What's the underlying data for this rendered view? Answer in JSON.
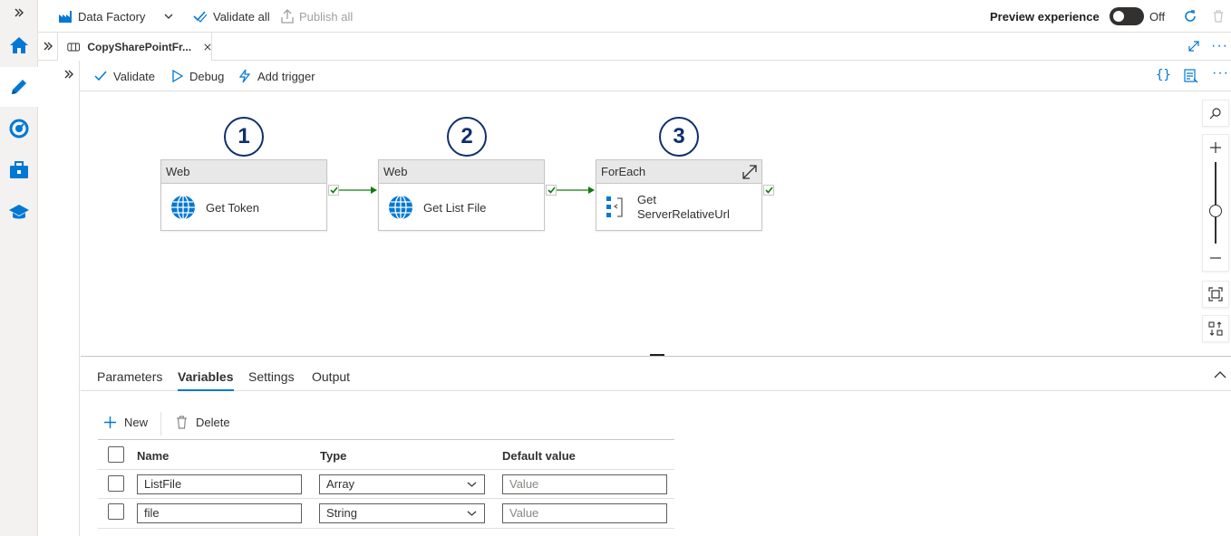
{
  "topbar": {
    "factory_label": "Data Factory",
    "validate_all": "Validate all",
    "publish_all": "Publish all",
    "preview_label": "Preview experience",
    "toggle_state": "Off"
  },
  "tab": {
    "label": "CopySharePointFr..."
  },
  "toolbar": {
    "validate": "Validate",
    "debug": "Debug",
    "add_trigger": "Add trigger"
  },
  "activities": [
    {
      "number": "1",
      "type": "Web",
      "name": "Get Token",
      "icon": "globe-icon"
    },
    {
      "number": "2",
      "type": "Web",
      "name": "Get List File",
      "icon": "globe-icon"
    },
    {
      "number": "3",
      "type": "ForEach",
      "name_line1": "Get",
      "name_line2": "ServerRelativeUrl",
      "icon": "foreach-icon"
    }
  ],
  "panel": {
    "tabs": [
      "Parameters",
      "Variables",
      "Settings",
      "Output"
    ],
    "active_tab": "Variables",
    "new_label": "New",
    "delete_label": "Delete",
    "columns": [
      "Name",
      "Type",
      "Default value"
    ],
    "rows": [
      {
        "name": "ListFile",
        "type": "Array",
        "default_placeholder": "Value"
      },
      {
        "name": "file",
        "type": "String",
        "default_placeholder": "Value"
      }
    ]
  },
  "colors": {
    "accent": "#0078d4",
    "success": "#107c10",
    "badge": "#0f2f6e"
  }
}
